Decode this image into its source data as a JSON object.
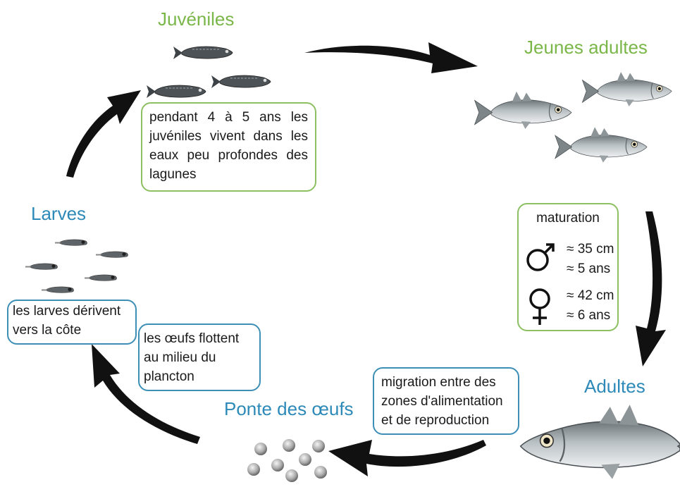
{
  "stages": {
    "juveniles": "Juvéniles",
    "jeunes_adultes": "Jeunes adultes",
    "adultes": "Adultes",
    "ponte": "Ponte des œufs",
    "larves": "Larves"
  },
  "boxes": {
    "juveniles": [
      "pendant 4 à 5 ans les",
      "juvéniles vivent dans les",
      "eaux peu profondes des",
      "lagunes"
    ],
    "maturation_title": "maturation",
    "male": {
      "size": "≈ 35 cm",
      "age": "≈ 5 ans"
    },
    "female": {
      "size": "≈ 42 cm",
      "age": "≈ 6 ans"
    },
    "migration": [
      "migration entre des",
      "zones d'alimentation",
      "et de reproduction"
    ],
    "oeufs": [
      "les œufs flottent",
      "au milieu du",
      "plancton"
    ],
    "larves": [
      "les larves dérivent",
      "vers la côte"
    ]
  },
  "colors": {
    "green_title": "#7ab648",
    "blue_title": "#2d8ab8",
    "green_border": "#8cc063",
    "blue_border": "#3d8fb6",
    "arrow": "#111111"
  }
}
